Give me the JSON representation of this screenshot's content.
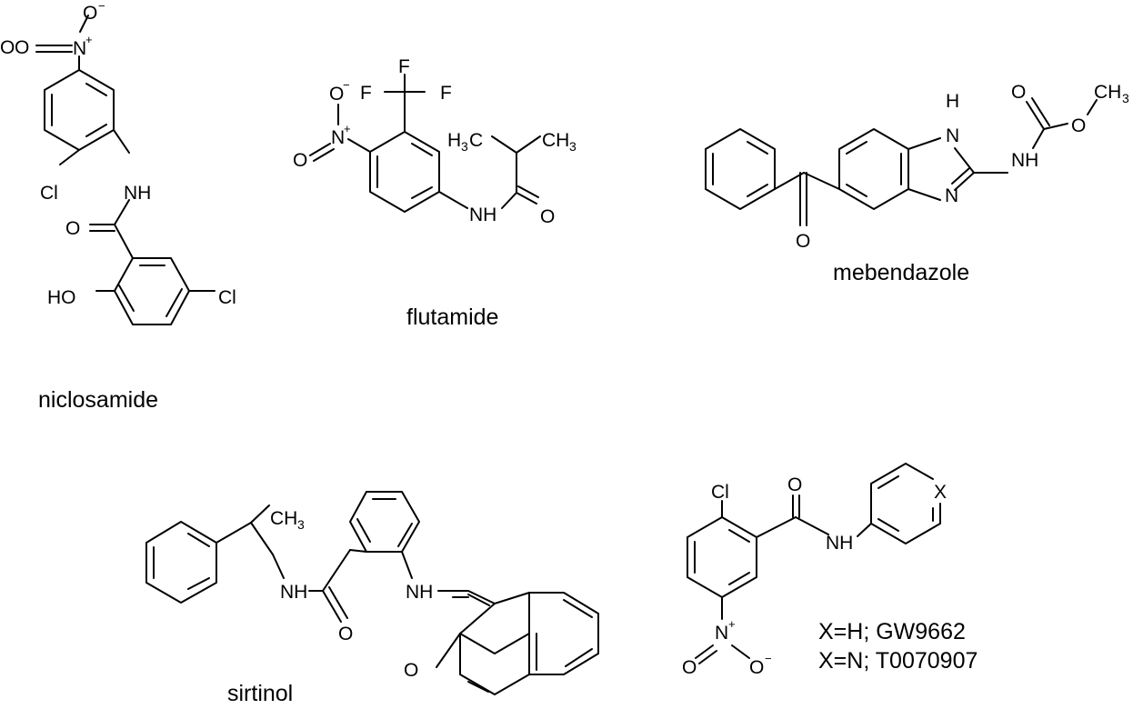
{
  "figure": {
    "background": "#ffffff",
    "ink": "#000000",
    "compounds": {
      "niclosamide": {
        "name": "niclosamide",
        "atoms": {
          "nitro_o_minus": "O",
          "nitro_o_double": "O",
          "nitro_n": "N",
          "cl_ring": "Cl",
          "nh": "NH",
          "carbonyl_o": "O",
          "ho": "HO",
          "cl_salicyl": "Cl"
        },
        "charges": {
          "minus": "−",
          "plus": "+"
        }
      },
      "flutamide": {
        "name": "flutamide",
        "atoms": {
          "f_top": "F",
          "f_left": "F",
          "f_right": "F",
          "nitro_o_minus": "O",
          "nitro_n": "N",
          "nitro_o_double": "O",
          "h3c": "H",
          "h3c_sub": "3",
          "h3c_c": "C",
          "ch3": "CH",
          "ch3_sub": "3",
          "nh": "NH",
          "carbonyl_o": "O"
        },
        "charges": {
          "minus": "−",
          "plus": "+"
        }
      },
      "mebendazole": {
        "name": "mebendazole",
        "atoms": {
          "ring_nh_h": "H",
          "ring_nh_n": "N",
          "ring_n": "N",
          "nh": "NH",
          "carbamate_o_double": "O",
          "carbamate_o": "O",
          "ch3": "CH",
          "ch3_sub": "3",
          "ketone_o": "O"
        }
      },
      "sirtinol": {
        "name": "sirtinol",
        "atoms": {
          "ch3": "CH",
          "ch3_sub": "3",
          "amide_nh": "NH",
          "amide_o": "O",
          "imine_nh": "NH",
          "naphthone_o": "O"
        }
      },
      "gw9662": {
        "atoms": {
          "cl": "Cl",
          "carbonyl_o": "O",
          "nh": "NH",
          "ring_x": "X",
          "nitro_n": "N",
          "nitro_o_left": "O",
          "nitro_o_right": "O"
        },
        "charges": {
          "minus": "−",
          "plus": "+"
        },
        "legend_lines": [
          {
            "prefix": "X=H; ",
            "id": "GW9662"
          },
          {
            "prefix": "X=N; ",
            "id": "T0070907"
          }
        ]
      }
    }
  }
}
